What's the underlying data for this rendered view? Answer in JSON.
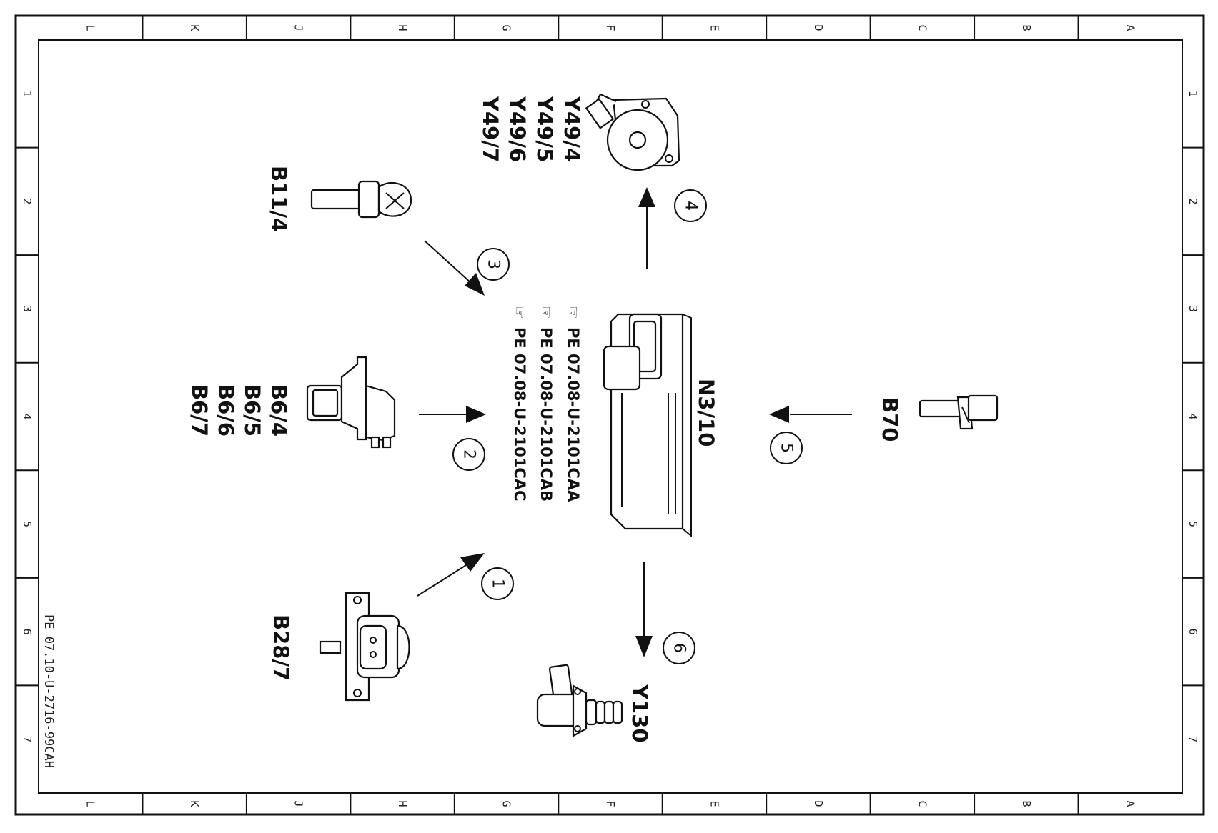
{
  "frame": {
    "columns": [
      "L",
      "K",
      "J",
      "H",
      "G",
      "F",
      "E",
      "D",
      "C",
      "B",
      "A"
    ],
    "rows": [
      "1",
      "2",
      "3",
      "4",
      "5",
      "6",
      "7"
    ]
  },
  "document_id": "PE 07.10-U-2716-99CAH",
  "control_unit": {
    "code": "N3/10"
  },
  "references": [
    "PE 07.08-U-2101CAA",
    "PE 07.08-U-2101CAB",
    "PE 07.08-U-2101CAC"
  ],
  "components": {
    "oil_temperature_sensor": {
      "code": "B11/4"
    },
    "camshaft_sensors": {
      "codes": [
        "B6/4",
        "B6/5",
        "B6/6",
        "B6/7"
      ]
    },
    "pressure_sensor": {
      "code": "B28/7"
    },
    "camshaft_adjusters": {
      "codes": [
        "Y49/4",
        "Y49/5",
        "Y49/6",
        "Y49/7"
      ]
    },
    "crankshaft_sensor": {
      "code": "B70"
    },
    "valve": {
      "code": "Y130"
    }
  },
  "steps": [
    "1",
    "2",
    "3",
    "4",
    "5",
    "6"
  ]
}
